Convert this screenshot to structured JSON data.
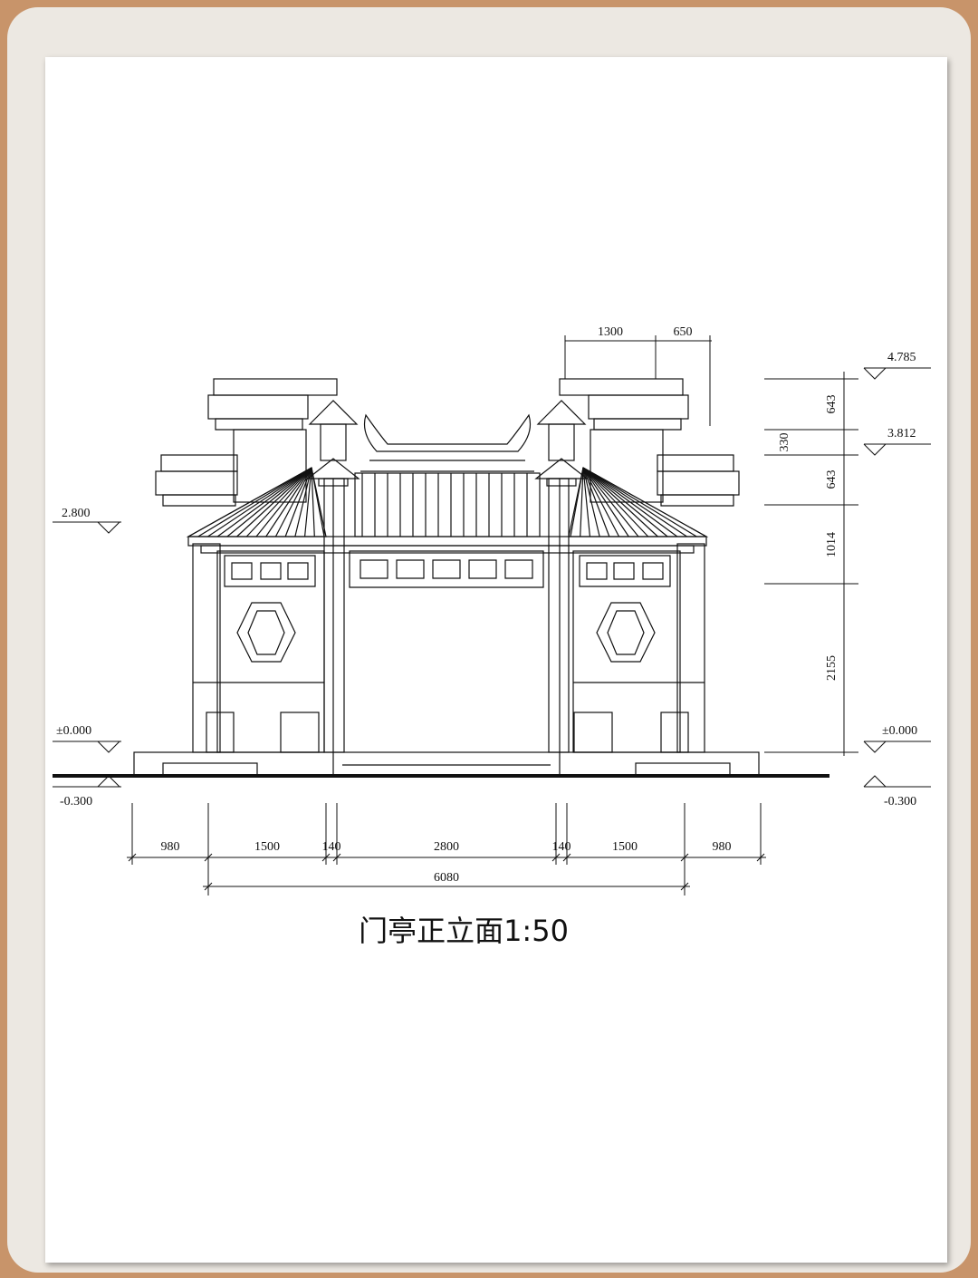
{
  "drawing": {
    "title": "门亭正立面1:50",
    "elevations": {
      "left_top": "2.800",
      "left_ground": "±0.000",
      "left_base": "-0.300",
      "right_top": "4.785",
      "right_mid": "3.812",
      "right_ground": "±0.000",
      "right_base": "-0.300"
    },
    "top_dims": [
      "1300",
      "650"
    ],
    "vertical_dims": [
      "643",
      "330",
      "643",
      "1014",
      "2155"
    ],
    "bottom_dims": [
      "980",
      "1500",
      "140",
      "2800",
      "140",
      "1500",
      "980"
    ],
    "total_dim": "6080"
  },
  "colors": {
    "background": "#c8946a",
    "frame": "#ece8e2",
    "sheet": "#ffffff",
    "ink": "#111111"
  }
}
